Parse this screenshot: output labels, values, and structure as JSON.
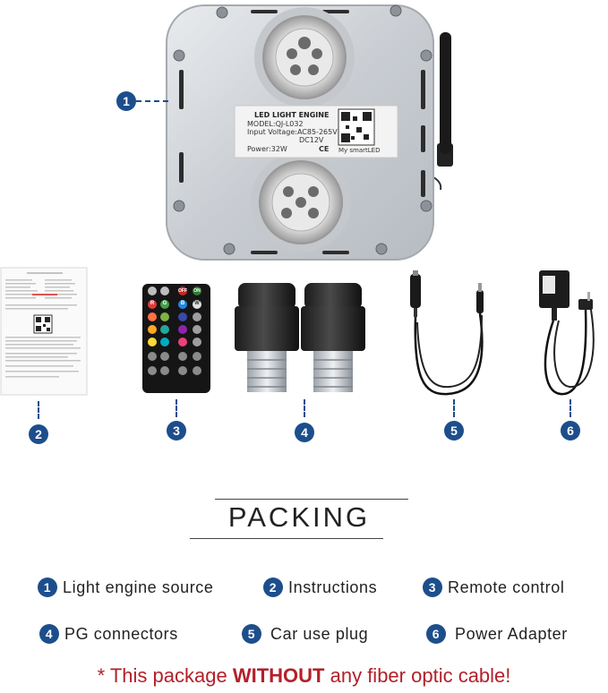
{
  "engine": {
    "label_title": "LED LIGHT ENGINE",
    "model": "MODEL:QJ-L032",
    "input_voltage": "Input Voltage:AC85-265V",
    "dc": "DC12V",
    "power": "Power:32W",
    "app_name": "My smartLED",
    "ce_mark": "CE"
  },
  "markers": [
    "1",
    "2",
    "3",
    "4",
    "5",
    "6"
  ],
  "remote": {
    "buttons": [
      "OFF",
      "ON",
      "R",
      "G",
      "B",
      "W"
    ]
  },
  "packing": {
    "title": "PACKING",
    "items": [
      {
        "num": "1",
        "label": "Light engine source"
      },
      {
        "num": "2",
        "label": "Instructions"
      },
      {
        "num": "3",
        "label": "Remote control"
      },
      {
        "num": "4",
        "label": "PG connectors"
      },
      {
        "num": "5",
        "label": "Car use plug"
      },
      {
        "num": "6",
        "label": "Power Adapter"
      }
    ]
  },
  "warning": {
    "prefix": "* This package ",
    "emphasis": "WITHOUT",
    "suffix": " any fiber optic cable!"
  },
  "colors": {
    "marker_blue": "#1d4e8c",
    "warning_red": "#b3202a"
  }
}
